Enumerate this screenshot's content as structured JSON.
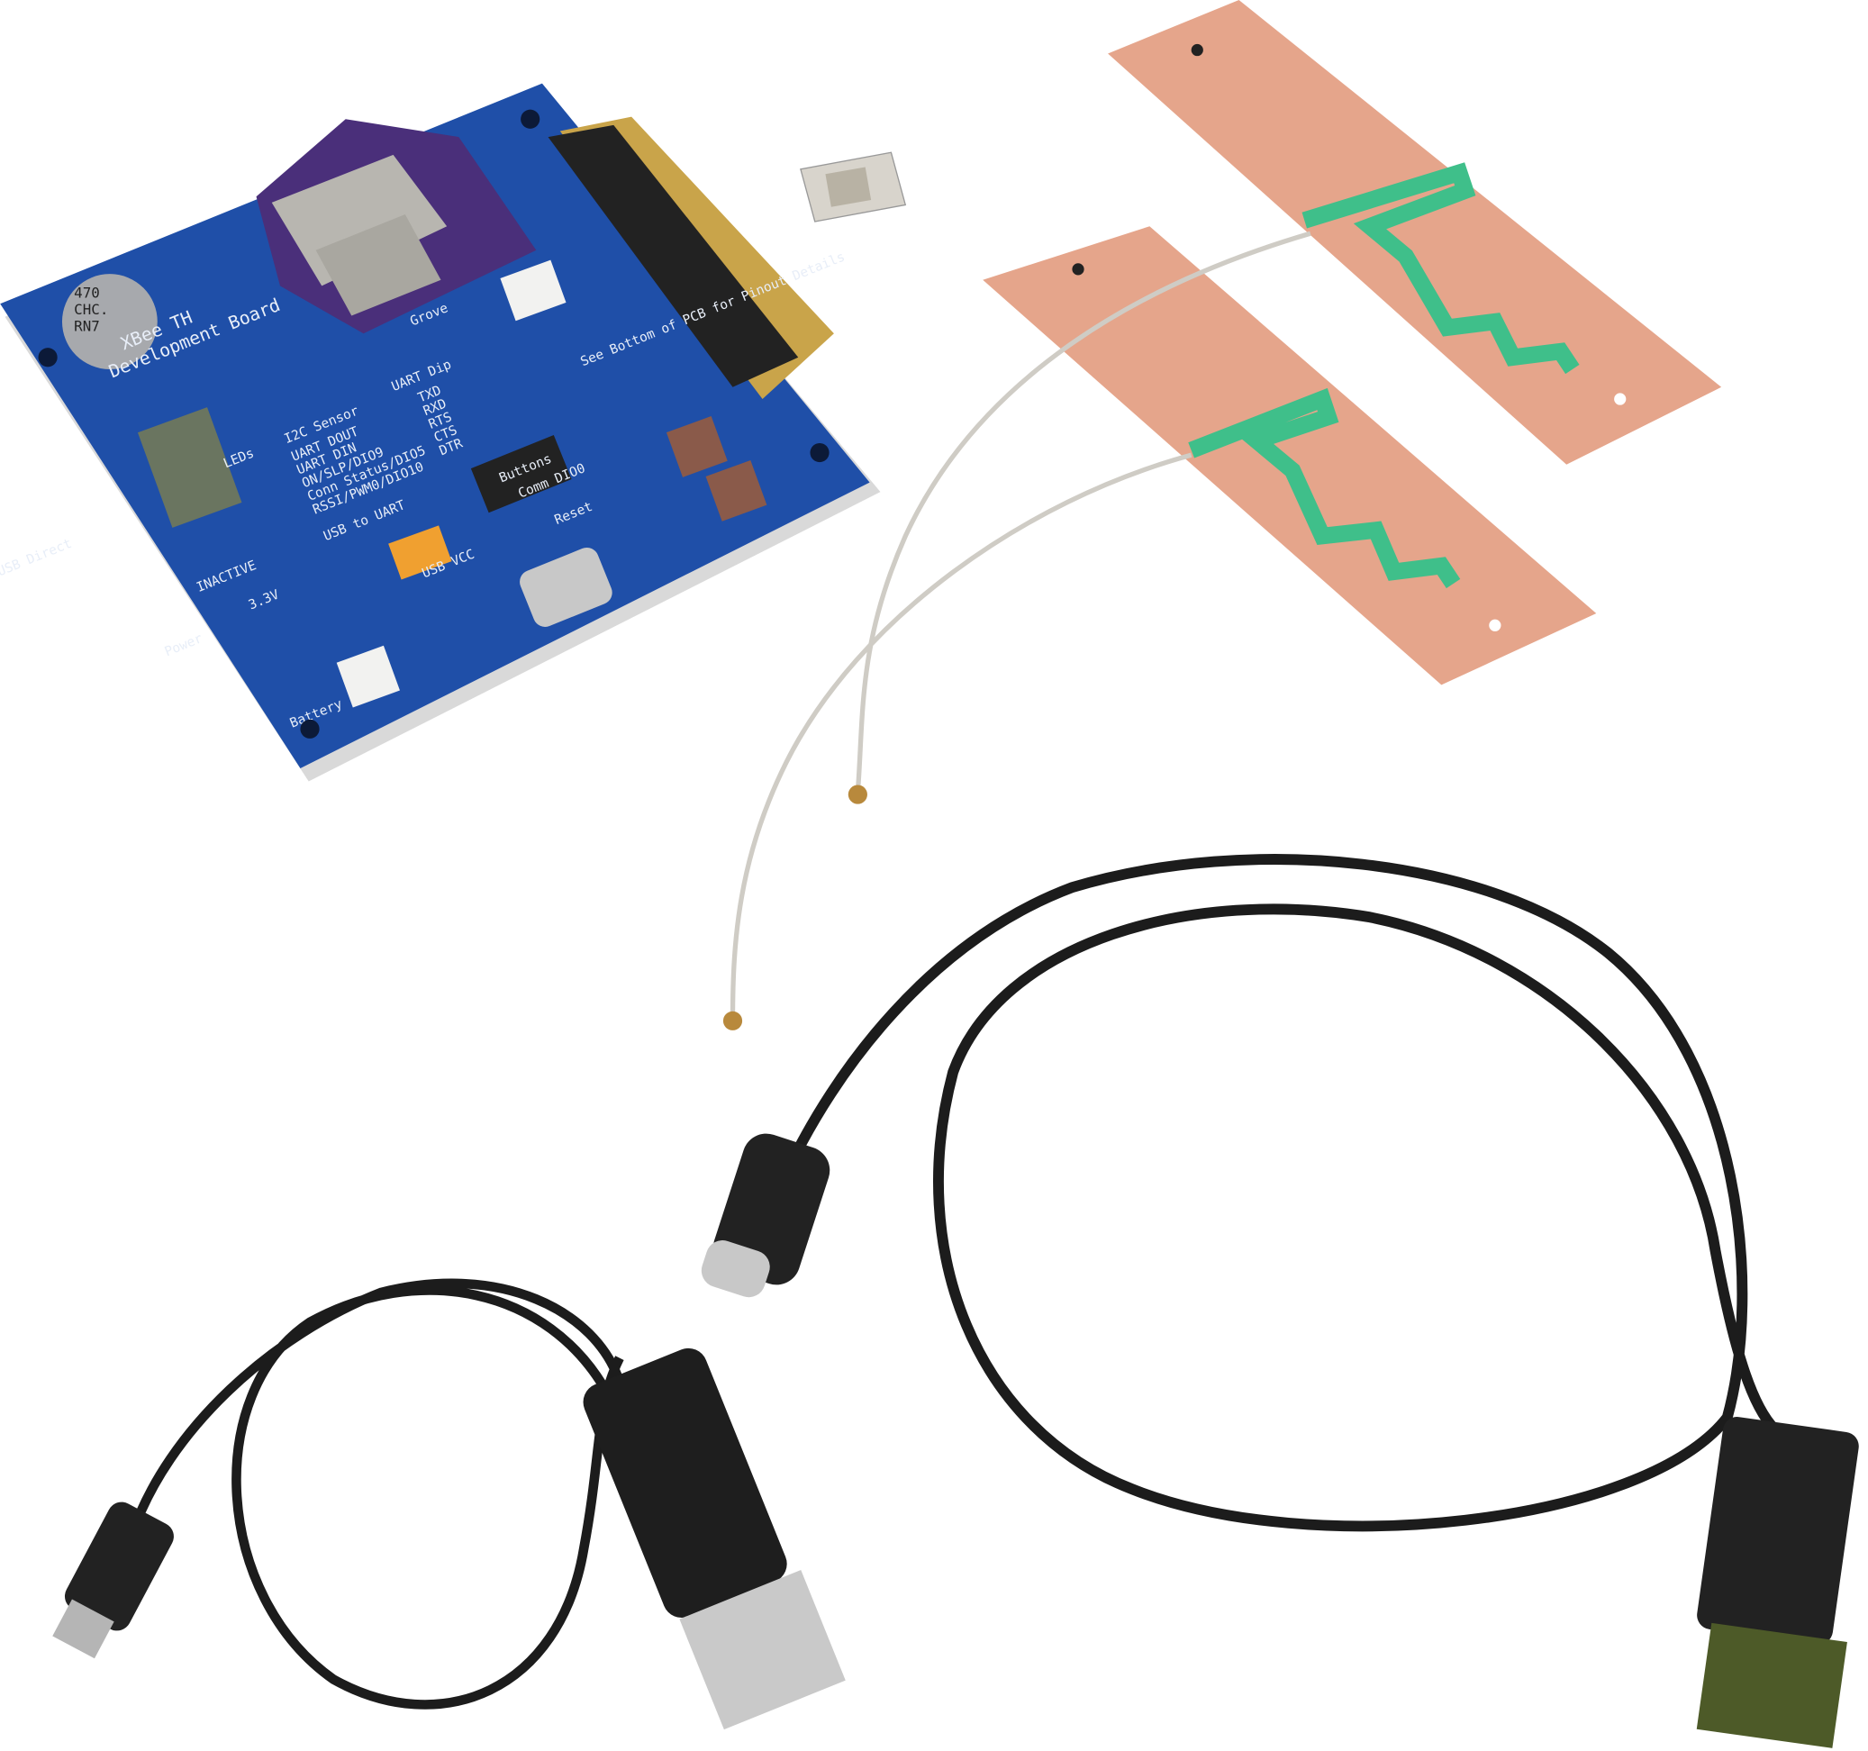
{
  "scene": {
    "background": "#ffffff",
    "objects": [
      "xbee-development-board",
      "sim-card",
      "pcb-antenna-large",
      "pcb-antenna-small",
      "u-fl-cable-1",
      "u-fl-cable-2",
      "usb-c-to-usb-a-cable",
      "micro-usb-to-usb-a-cable"
    ]
  },
  "board": {
    "title_line1": "XBee TH",
    "title_line2": "Development Board",
    "capacitor_label": [
      "470",
      "CHC.",
      "RN7"
    ],
    "labels": {
      "usb_direct": "USB Direct",
      "leds": "LEDs",
      "i2c_sensor": "I2C Sensor",
      "grove": "Grove",
      "uart_dip": "UART Dip",
      "usb_to_uart": "USB to UART",
      "buttons": "Buttons",
      "power": "Power",
      "battery": "Battery",
      "inactive": "INACTIVE",
      "reset": "Reset",
      "comm": "Comm DIO0",
      "v33": "3.3V",
      "usb_vcc": "USB VCC",
      "led_list": [
        "UART DOUT",
        "UART DIN",
        "ON/SLP/DIO9",
        "Conn Status/DIO5",
        "RSSI/PWM0/DIO10"
      ],
      "dip_list": [
        "TXD",
        "RXD",
        "RTS",
        "CTS",
        "DTR"
      ],
      "breakout": "See Bottom of PCB for Pinout Details"
    },
    "colors": {
      "pcb": "#1f4fa8",
      "module": "#4a2f7a",
      "header_gold": "#c9a44a"
    }
  },
  "antenna_color": "#e3a58c",
  "trace_color": "#3fbf8a",
  "cable_color": "#1c1c1c"
}
